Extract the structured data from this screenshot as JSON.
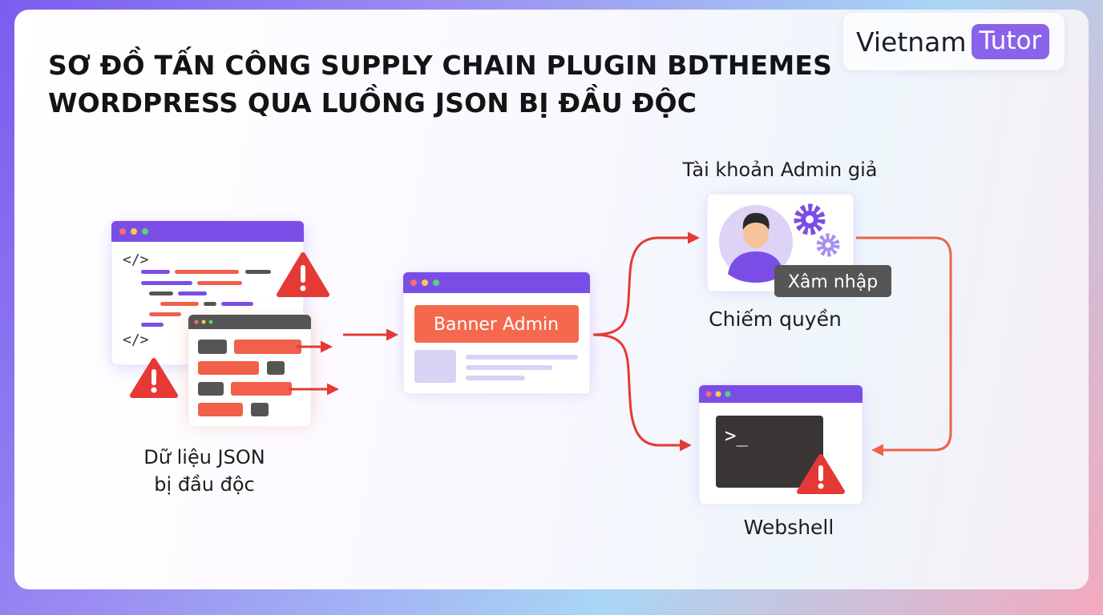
{
  "title_line1": "SƠ ĐỒ TẤN CÔNG SUPPLY CHAIN PLUGIN BDTHEMES",
  "title_line2": "WORDPRESS QUA LUỒNG JSON BỊ ĐẦU ĐỘC",
  "logo": {
    "word": "Vietnam",
    "pill": "Tutor"
  },
  "json_node": {
    "label_line1": "Dữ liệu JSON",
    "label_line2": "bị đầu độc",
    "code_tag": "</>"
  },
  "banner_node": {
    "banner_text": "Banner Admin"
  },
  "admin_node": {
    "top_label": "Tài khoản Admin giả",
    "badge": "Xâm nhập",
    "bottom_label": "Chiếm quyền"
  },
  "webshell_node": {
    "prompt": ">_",
    "label": "Webshell"
  },
  "colors": {
    "accent_purple": "#7a4ee6",
    "danger_red": "#e53935",
    "banner_orange": "#f4694d"
  }
}
